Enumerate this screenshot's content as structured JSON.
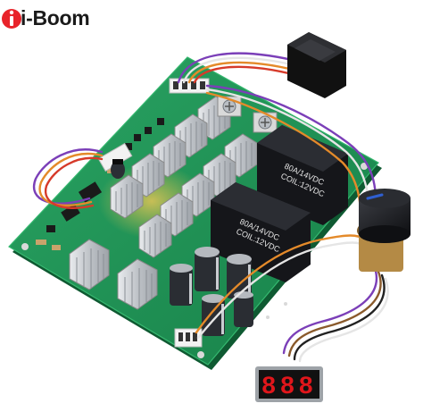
{
  "brand": {
    "text": "i-Boom",
    "mark_color": "#e8232a",
    "text_color": "#1a1a1a"
  },
  "relays": [
    {
      "line1": "80A/14VDC",
      "line2": "COIL:12VDC"
    },
    {
      "line1": "80A/14VDC",
      "line2": "COIL:12VDC"
    }
  ],
  "display": {
    "digits": "888",
    "digit_color": "#e0161b"
  },
  "colors": {
    "pcb": "#1f8a52",
    "heatsink": "#c9ccd0",
    "relay": "#15161a",
    "knob": "#1d1e22",
    "knob_accent": "#2f5fd0",
    "switch": "#111111",
    "capacitor": "#2a2d33"
  },
  "wires": {
    "colors": [
      "#7b3fb8",
      "#e5e5e5",
      "#e48a2a",
      "#d63a2a",
      "#8a5a2b",
      "#222222"
    ]
  }
}
